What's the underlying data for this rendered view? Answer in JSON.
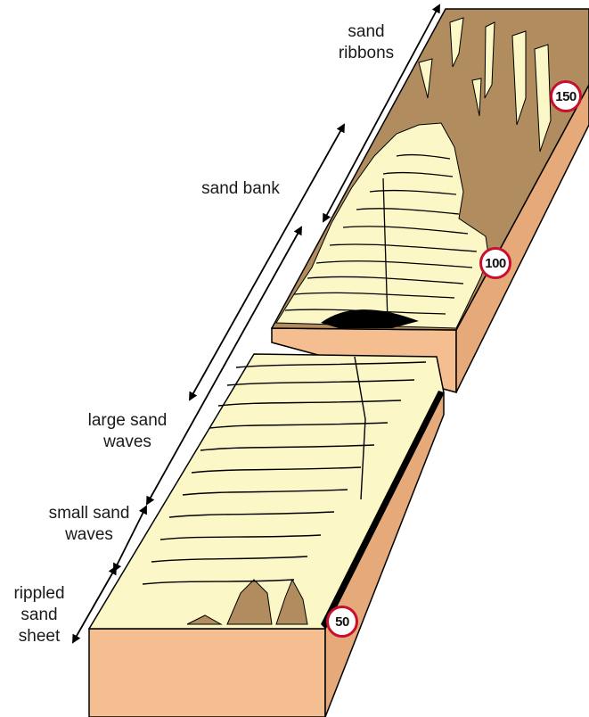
{
  "labels": {
    "sand_ribbons_l1": "sand",
    "sand_ribbons_l2": "ribbons",
    "sand_bank": "sand bank",
    "large_sand_waves_l1": "large sand",
    "large_sand_waves_l2": "waves",
    "small_sand_waves_l1": "small sand",
    "small_sand_waves_l2": "waves",
    "rippled_sand_sheet_l1": "rippled",
    "rippled_sand_sheet_l2": "sand",
    "rippled_sand_sheet_l3": "sheet"
  },
  "markers": {
    "m150": "150",
    "m100": "100",
    "m50": "50"
  },
  "colors": {
    "sand_surface": "#FCF7C6",
    "bedrock_brown": "#B08C5E",
    "block_side": "#F5BE91",
    "block_side_dark": "#E6A979",
    "marker_ring": "#C8102E",
    "ink": "#000000"
  }
}
